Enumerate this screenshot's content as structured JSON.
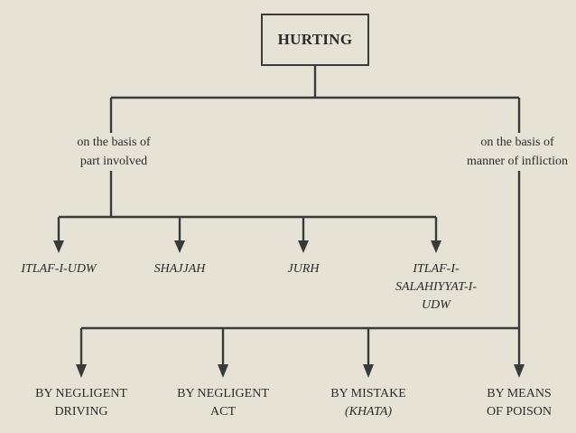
{
  "root": {
    "label": "HURTING"
  },
  "branches": {
    "left": {
      "line1": "on the basis of",
      "line2": "part involved"
    },
    "right": {
      "line1": "on the basis of",
      "line2": "manner of infliction"
    }
  },
  "part_involved": [
    {
      "line1": "ITLAF-I-UDW"
    },
    {
      "line1": "SHAJJAH"
    },
    {
      "line1": "JURH"
    },
    {
      "line1": "ITLAF-I-",
      "line2": "SALAHIYYAT-I-",
      "line3": "UDW"
    }
  ],
  "manner": [
    {
      "line1": "BY NEGLIGENT",
      "line2": "DRIVING"
    },
    {
      "line1": "BY NEGLIGENT",
      "line2": "ACT"
    },
    {
      "line1": "BY MISTAKE",
      "line2": "(KHATA)"
    },
    {
      "line1": "BY MEANS",
      "line2": "OF POISON"
    }
  ]
}
